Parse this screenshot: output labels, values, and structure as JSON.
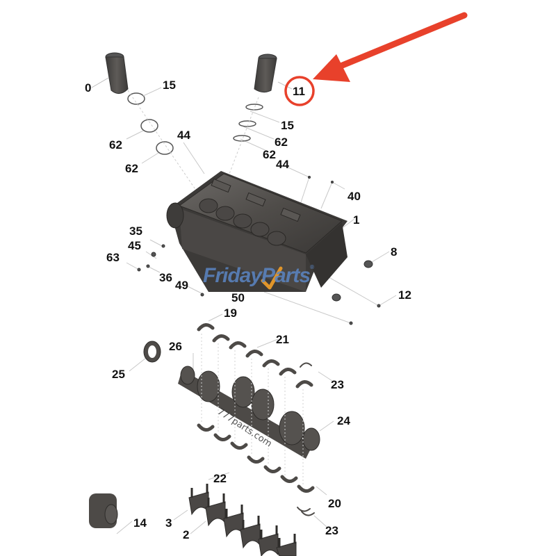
{
  "diagram": {
    "type": "exploded-parts-diagram",
    "subject": "engine cylinder block and crankshaft assembly",
    "highlight": {
      "part_number": "11",
      "circle_color": "#e8412b",
      "arrow_color": "#e8412b"
    },
    "callouts": [
      {
        "id": "c0",
        "label": "0",
        "partial": true
      },
      {
        "id": "c15a",
        "label": "15"
      },
      {
        "id": "c62a",
        "label": "62"
      },
      {
        "id": "c62b",
        "label": "62"
      },
      {
        "id": "c44a",
        "label": "44"
      },
      {
        "id": "c11",
        "label": "11"
      },
      {
        "id": "c15b",
        "label": "15"
      },
      {
        "id": "c62c",
        "label": "62"
      },
      {
        "id": "c62d",
        "label": "62"
      },
      {
        "id": "c44b",
        "label": "44"
      },
      {
        "id": "c40",
        "label": "40"
      },
      {
        "id": "c1",
        "label": "1"
      },
      {
        "id": "c35",
        "label": "35"
      },
      {
        "id": "c45",
        "label": "45"
      },
      {
        "id": "c63",
        "label": "63"
      },
      {
        "id": "c8",
        "label": "8"
      },
      {
        "id": "c36",
        "label": "36"
      },
      {
        "id": "c49",
        "label": "49"
      },
      {
        "id": "c12",
        "label": "12"
      },
      {
        "id": "c50",
        "label": "50"
      },
      {
        "id": "c19",
        "label": "19"
      },
      {
        "id": "c21",
        "label": "21"
      },
      {
        "id": "c26",
        "label": "26"
      },
      {
        "id": "c25",
        "label": "25"
      },
      {
        "id": "c23a",
        "label": "23"
      },
      {
        "id": "c24",
        "label": "24"
      },
      {
        "id": "c22",
        "label": "22"
      },
      {
        "id": "c20",
        "label": "20"
      },
      {
        "id": "c14",
        "label": "14"
      },
      {
        "id": "c3",
        "label": "3"
      },
      {
        "id": "c2",
        "label": "2"
      },
      {
        "id": "c23b",
        "label": "23"
      }
    ],
    "watermarks": {
      "brand": "FridayParts",
      "brand_left": "Friday",
      "brand_right": "Parts",
      "brand_reg": "®",
      "brand_color": "#5b86c4",
      "check_color": "#e0952a",
      "url": "777parts.com"
    }
  }
}
